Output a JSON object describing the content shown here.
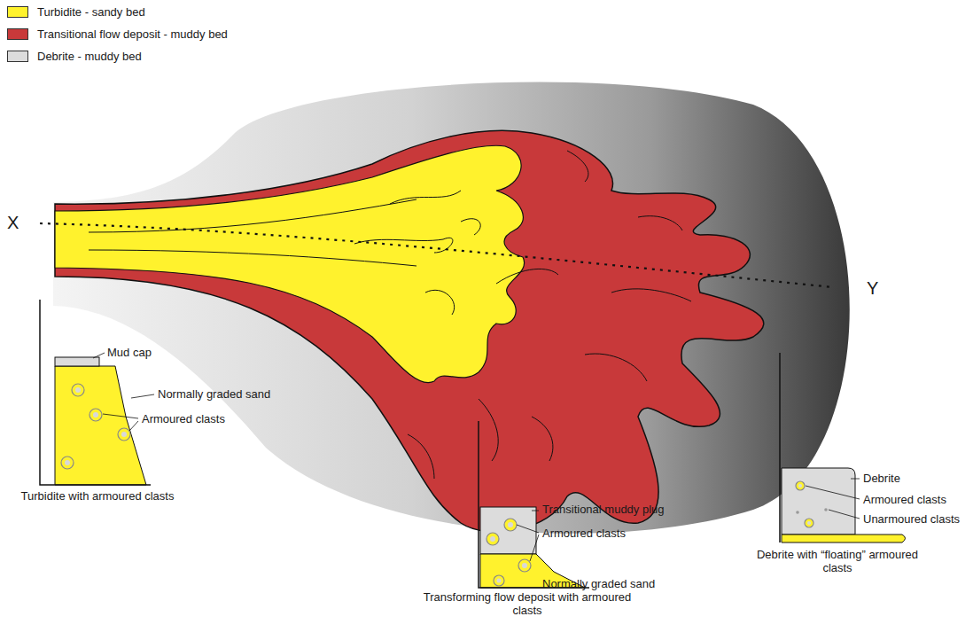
{
  "diagram": {
    "labels": [
      "X",
      "Y",
      "Mud cap",
      "Normally graded sand",
      "Armoured clasts",
      "Turbidite with armoured clasts",
      "Transitional muddy plug",
      "Armoured clasts",
      "Normally graded sand",
      "Transforming flow deposit with armoured clasts",
      "Debrite",
      "Armoured clasts",
      "Unarmoured clasts",
      "Debrite with “floating” armoured clasts"
    ],
    "legend": [
      {
        "text": "Turbidite - sandy bed",
        "color": "#fff22d"
      },
      {
        "text": "Transitional flow deposit - muddy bed",
        "color": "#c8393a"
      },
      {
        "text": "Debrite - muddy bed",
        "color": "#dcdcdc"
      }
    ]
  }
}
